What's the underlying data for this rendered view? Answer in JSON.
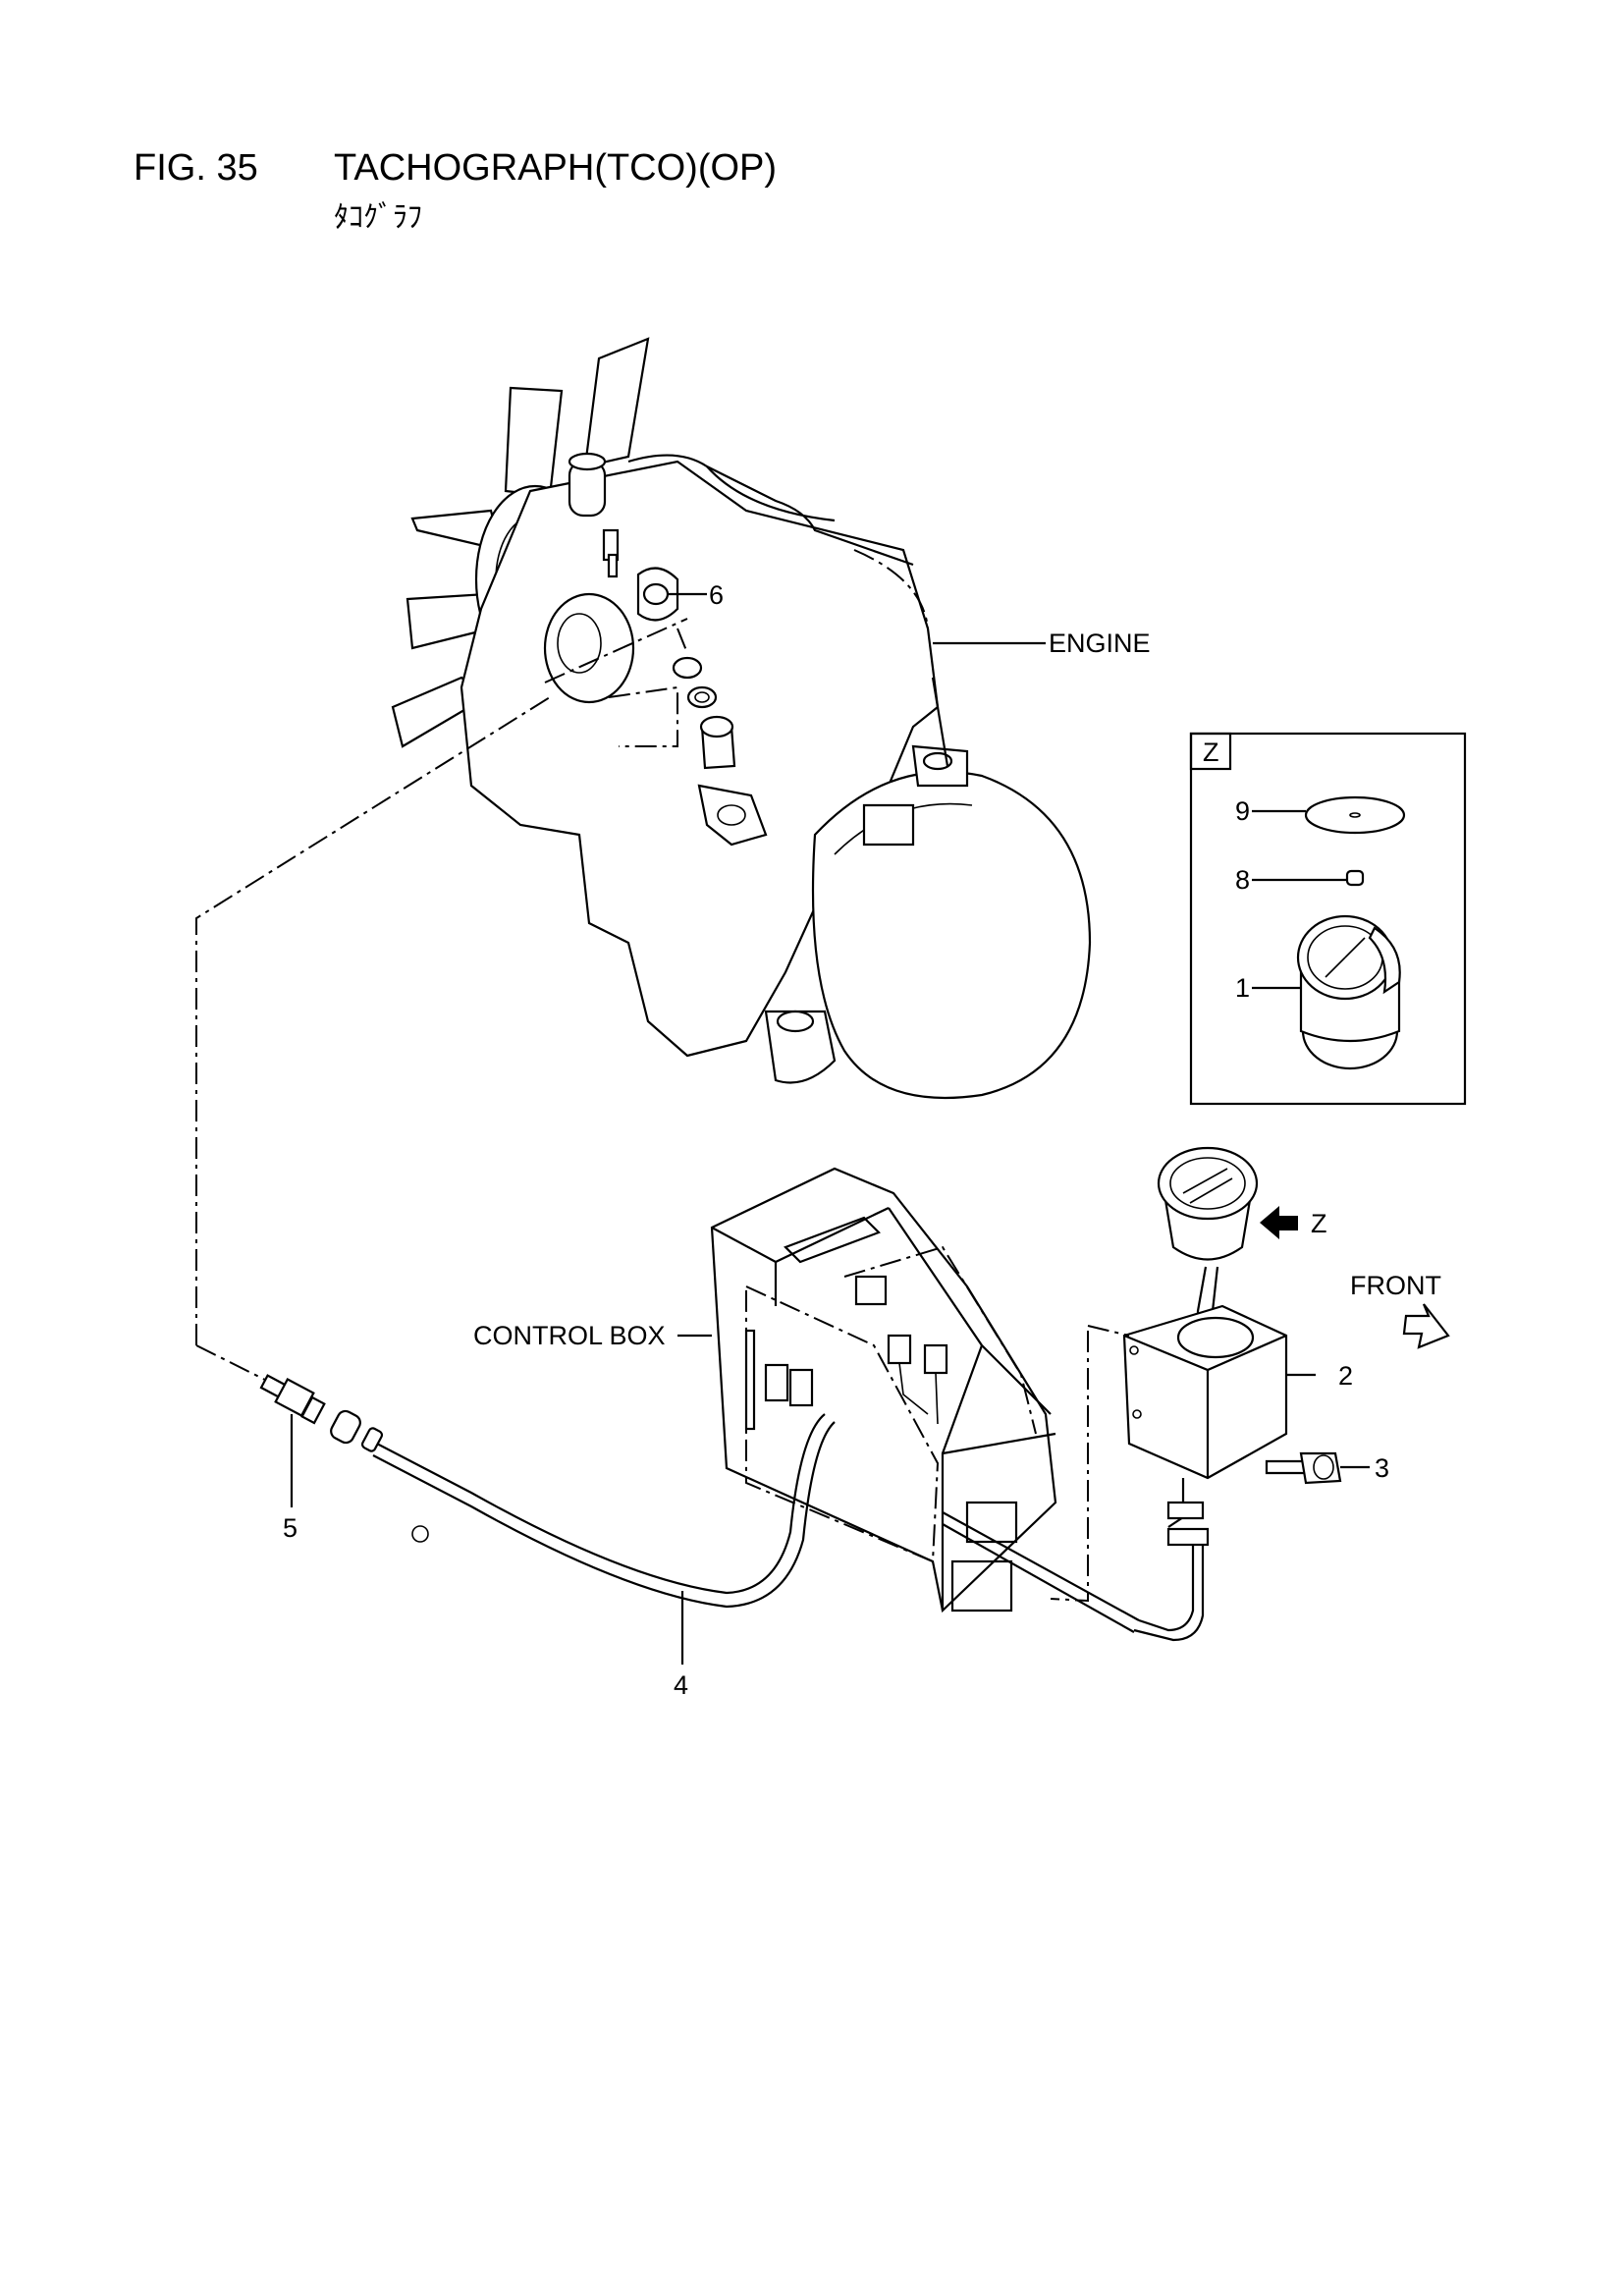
{
  "header": {
    "figure_number": "FIG. 35",
    "title": "TACHOGRAPH(TCO)(OP)",
    "subtitle": "ﾀｺｸﾞﾗﾌ"
  },
  "labels": {
    "engine": "ENGINE",
    "control_box": "CONTROL BOX",
    "front": "FRONT",
    "view_z": "Z",
    "view_z_box": "Z"
  },
  "callouts": [
    "1",
    "2",
    "3",
    "4",
    "5",
    "6",
    "8",
    "9"
  ]
}
